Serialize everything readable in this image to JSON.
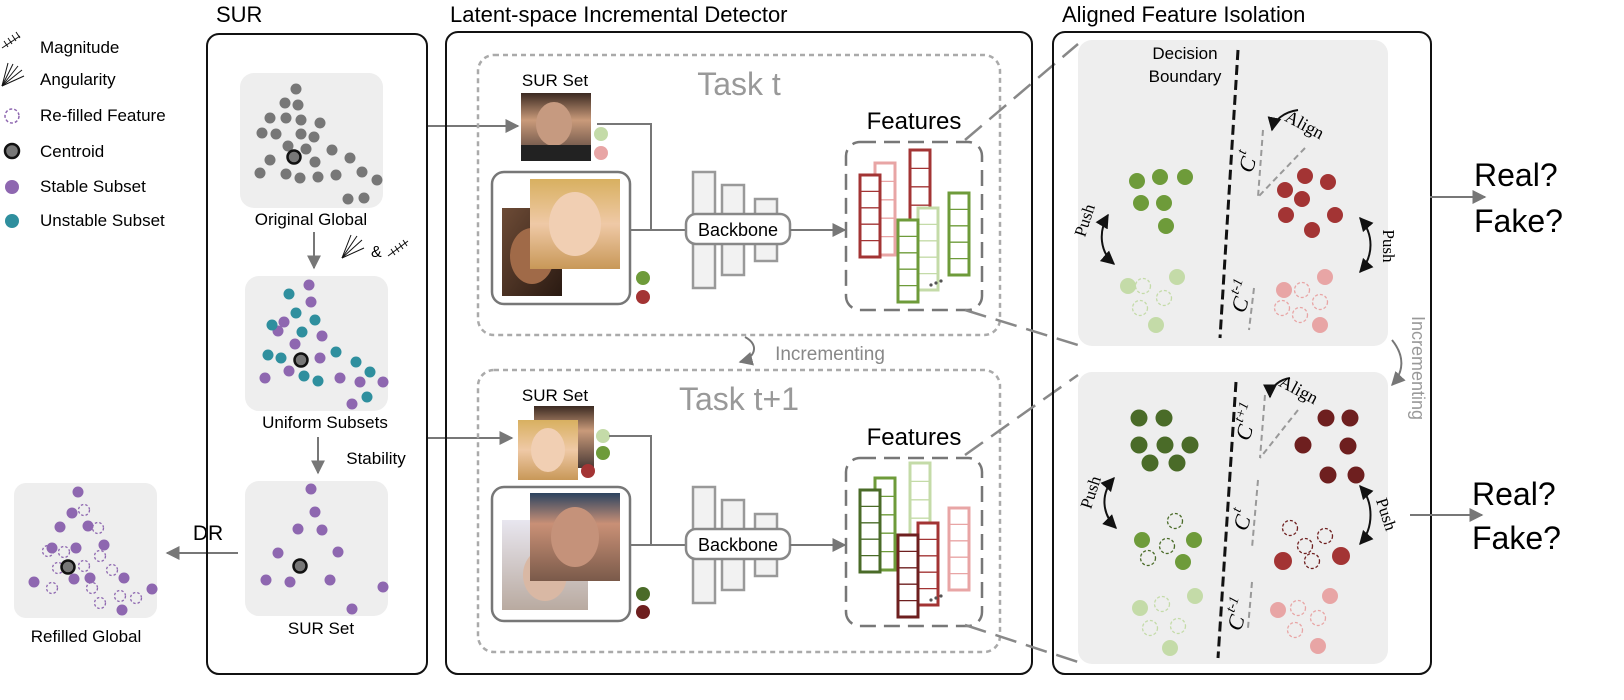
{
  "legend": {
    "magnitude": "Magnitude",
    "angularity": "Angularity",
    "refilled": "Re-filled Feature",
    "centroid": "Centroid",
    "stable": "Stable Subset",
    "unstable": "Unstable Subset"
  },
  "sur_panel": {
    "title": "SUR",
    "original_global": "Original Global",
    "amp": "&",
    "uniform_subsets": "Uniform Subsets",
    "stability": "Stability",
    "sur_set": "SUR Set",
    "dr": "DR",
    "refilled_global": "Refilled Global"
  },
  "detector_panel": {
    "title": "Latent-space Incremental Detector",
    "task_t": "Task t",
    "task_t1": "Task t+1",
    "sur_set": "SUR Set",
    "backbone": "Backbone",
    "features": "Features",
    "incrementing": "Incrementing"
  },
  "isolation_panel": {
    "title": "Aligned Feature Isolation",
    "decision_boundary_l1": "Decision",
    "decision_boundary_l2": "Boundary",
    "align": "Align",
    "push": "Push",
    "incrementing": "Incrementing",
    "c_base": "C",
    "sup_t": "t",
    "sup_t1": "t-1",
    "sup_tp1": "t+1"
  },
  "outputs": {
    "real": "Real?",
    "fake": "Fake?"
  },
  "colors": {
    "purple": "#8e67b0",
    "teal": "#2f8f9e",
    "gray_dot": "#777777",
    "green": "#6e9b3a",
    "dark_green": "#4a6b28",
    "light_green": "#c4dba8",
    "red": "#a33434",
    "dark_red": "#6e1f1f",
    "light_red": "#e8a5a5"
  }
}
